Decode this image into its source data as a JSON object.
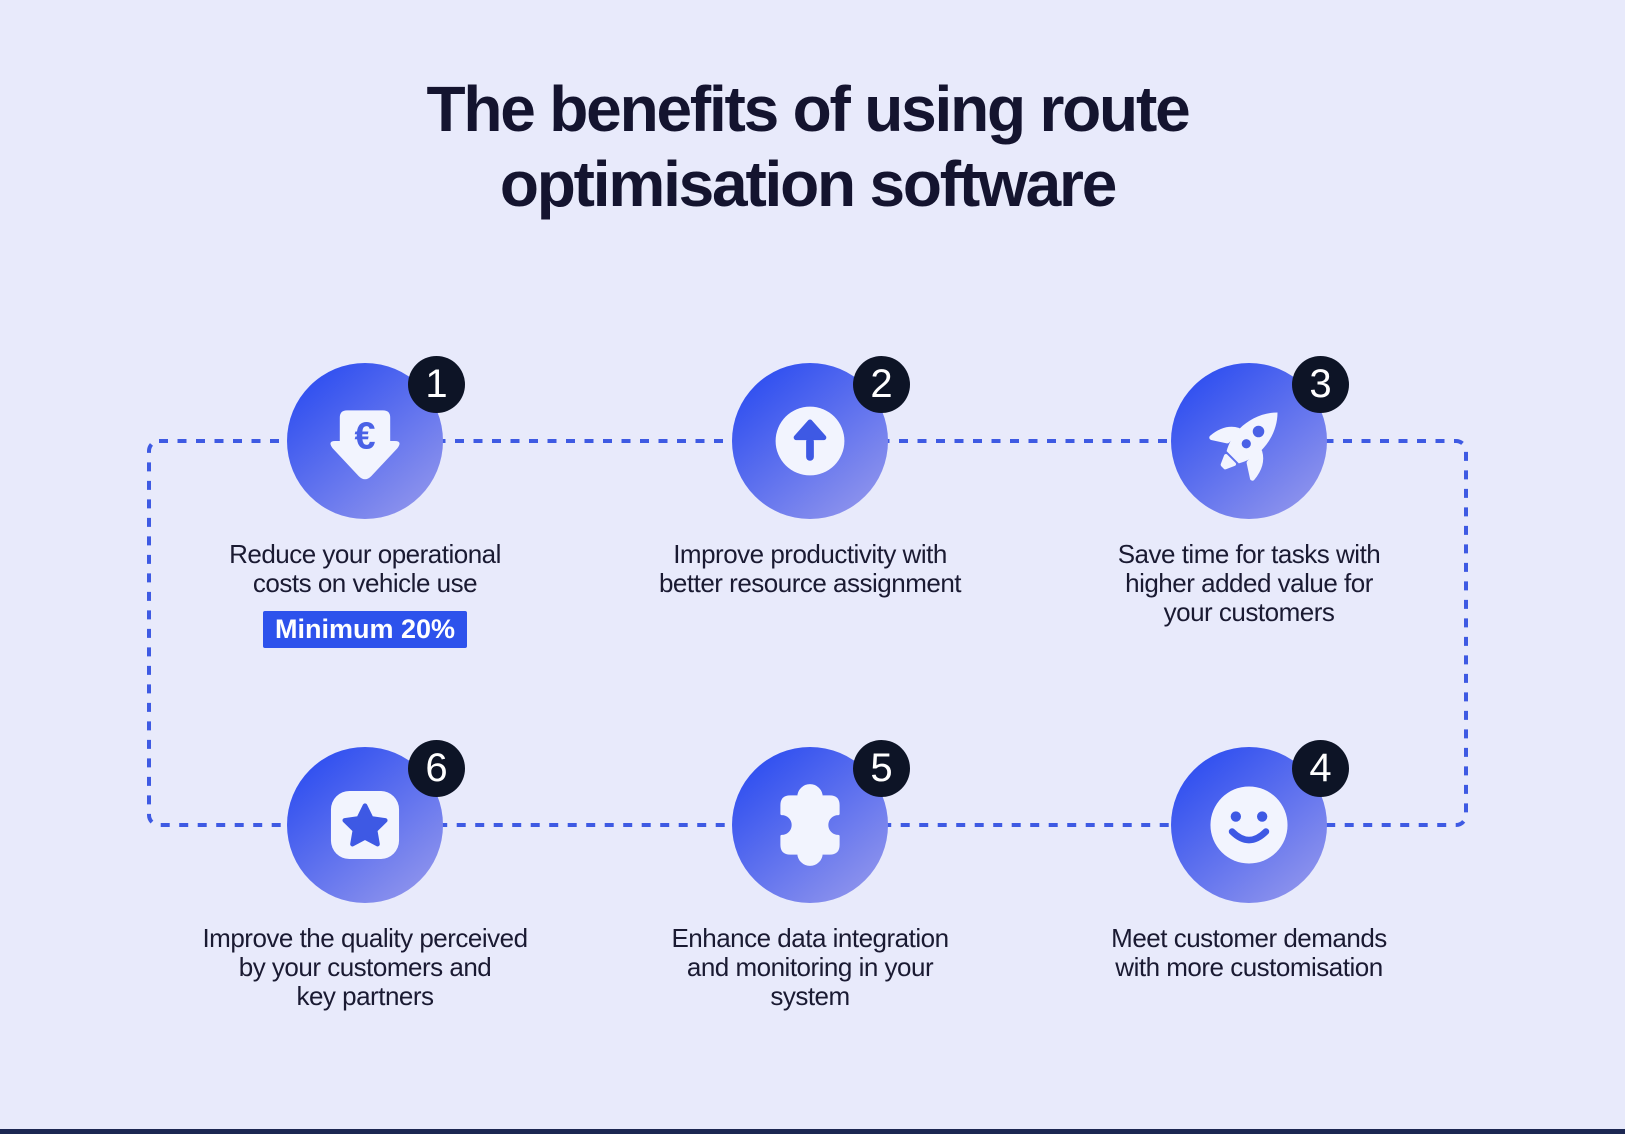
{
  "title": {
    "line1": "The benefits of using route",
    "line2": "optimisation software"
  },
  "colors": {
    "background": "#e8eafb",
    "title_text": "#14142f",
    "body_text": "#1a1a32",
    "dashed_line": "#3e5ae3",
    "circle_gradient_start": "#2b4cf0",
    "circle_gradient_end": "#9a9cec",
    "step_badge_background": "#0d1426",
    "highlight_background": "#2d52ec",
    "icon_glyph_blue": "#3e59e4",
    "icon_shape_white": "#f2f4fe",
    "bottom_strip": "#1c2752"
  },
  "items": [
    {
      "number": "1",
      "icon": "euro-price-drop-icon",
      "lines": [
        "Reduce your operational",
        "costs on vehicle use"
      ],
      "highlight": "Minimum 20%"
    },
    {
      "number": "2",
      "icon": "arrow-up-icon",
      "lines": [
        "Improve productivity with",
        "better resource assignment"
      ]
    },
    {
      "number": "3",
      "icon": "rocket-icon",
      "lines": [
        "Save time for tasks with",
        "higher added value for",
        "your customers"
      ]
    },
    {
      "number": "4",
      "icon": "smiley-face-icon",
      "lines": [
        "Meet customer demands",
        "with more customisation"
      ]
    },
    {
      "number": "5",
      "icon": "puzzle-piece-icon",
      "lines": [
        "Enhance data integration",
        "and monitoring in your",
        "system"
      ]
    },
    {
      "number": "6",
      "icon": "star-icon",
      "lines": [
        "Improve the quality perceived",
        "by your customers and",
        "key partners"
      ]
    }
  ]
}
